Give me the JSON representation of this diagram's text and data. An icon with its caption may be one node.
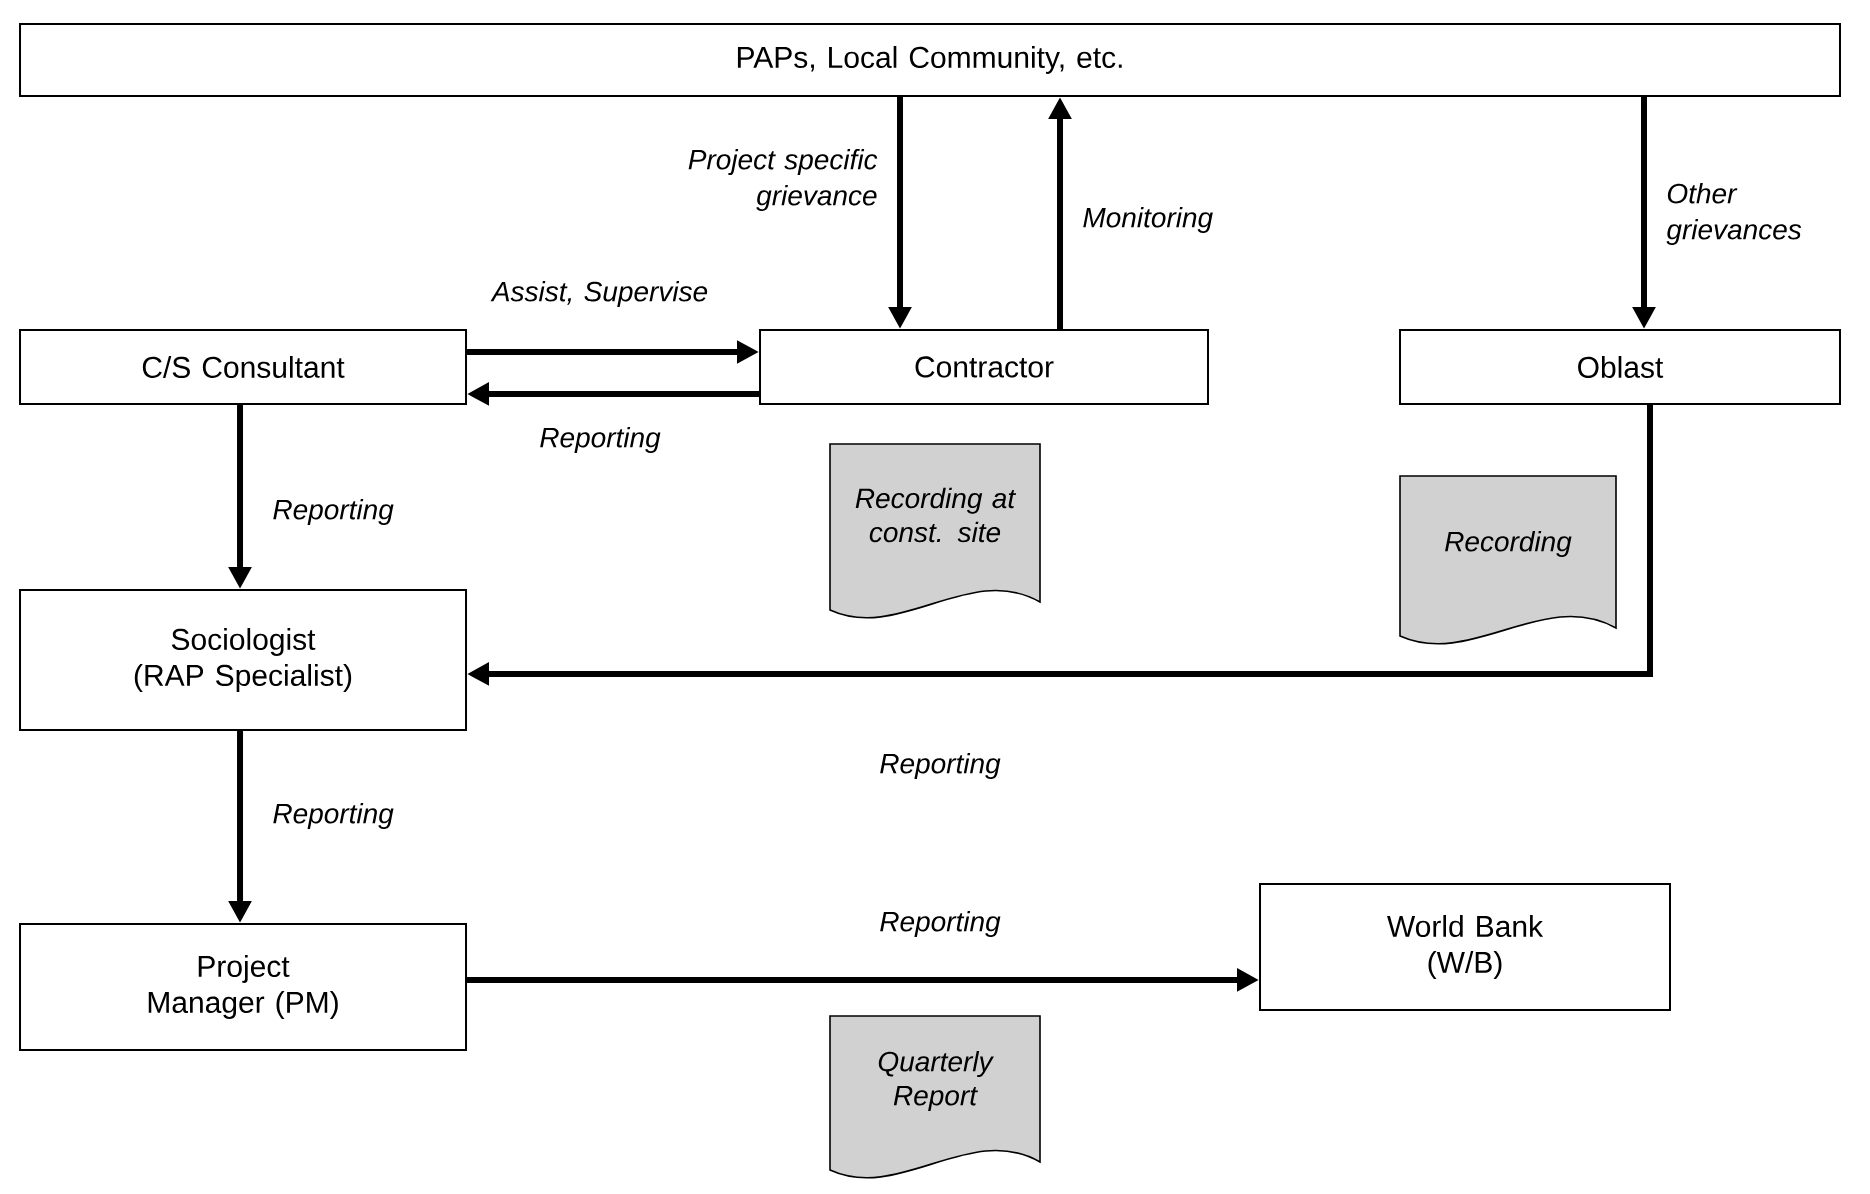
{
  "diagram": {
    "nodes": [
      {
        "text": [
          "PAPs, Local Community, etc."
        ]
      },
      {
        "text": [
          "C/S Consultant"
        ]
      },
      {
        "text": [
          "Contractor"
        ]
      },
      {
        "text": [
          "Oblast"
        ]
      },
      {
        "text": [
          "Recording at const. site"
        ]
      },
      {
        "text": [
          "Recording"
        ]
      },
      {
        "text": [
          "Sociologist (RAP Specialist)"
        ]
      },
      {
        "text": [
          "Project Manager (PM)"
        ]
      },
      {
        "text": [
          "World Bank (W/B)"
        ]
      },
      {
        "text": [
          "Quarterly Report"
        ]
      }
    ],
    "edges": [
      {
        "from": 0,
        "to": 2,
        "arrow": "to",
        "label": "Project specific grievance"
      },
      {
        "from": 2,
        "to": 0,
        "arrow": "to",
        "label": "Monitoring"
      },
      {
        "from": 1,
        "to": 2,
        "arrow": "to",
        "label": "Assist, Supervise"
      },
      {
        "from": 2,
        "to": 1,
        "arrow": "to",
        "label": "Reporting"
      },
      {
        "from": 0,
        "to": 3,
        "arrow": "to",
        "label": "Other grievances"
      },
      {
        "from": 1,
        "to": 6,
        "arrow": "to",
        "label": "Reporting"
      },
      {
        "from": 3,
        "to": 6,
        "arrow": "to",
        "label": "Reporting"
      },
      {
        "from": 6,
        "to": 7,
        "arrow": "to",
        "label": "Reporting"
      },
      {
        "from": 7,
        "to": 8,
        "arrow": "to",
        "label": "Reporting"
      }
    ]
  }
}
